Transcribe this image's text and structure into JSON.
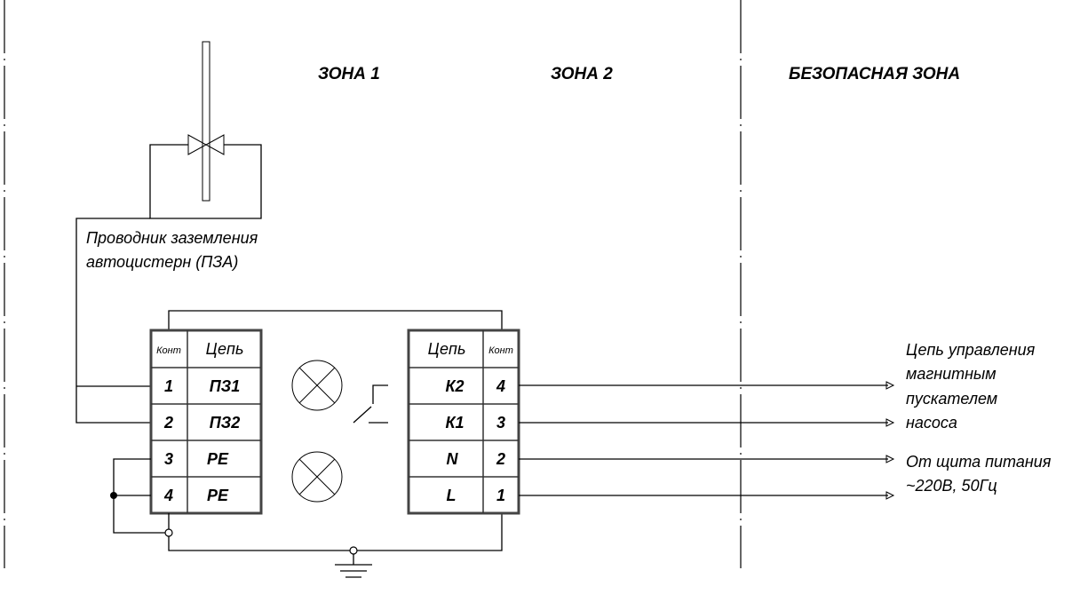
{
  "zones": {
    "zone1": "ЗОНА 1",
    "zone2": "ЗОНА 2",
    "safe": "БЕЗОПАСНАЯ ЗОНА"
  },
  "grounding_note": {
    "line1": "Проводник заземления",
    "line2": "автоцистерн (ПЗА)"
  },
  "left_block": {
    "header_cont": "Конт",
    "header_circuit": "Цепь",
    "rows": [
      {
        "cont": "1",
        "circuit": "ПЗ1"
      },
      {
        "cont": "2",
        "circuit": "ПЗ2"
      },
      {
        "cont": "3",
        "circuit": "PE"
      },
      {
        "cont": "4",
        "circuit": "PE"
      }
    ]
  },
  "right_block": {
    "header_circuit": "Цепь",
    "header_cont": "Конт",
    "rows": [
      {
        "circuit": "К2",
        "cont": "4"
      },
      {
        "circuit": "К1",
        "cont": "3"
      },
      {
        "circuit": "N",
        "cont": "2"
      },
      {
        "circuit": "L",
        "cont": "1"
      }
    ]
  },
  "control_note": {
    "line1": "Цепь управления",
    "line2": "магнитным",
    "line3": "пускателем",
    "line4": "насоса"
  },
  "power_note": {
    "line1": "От щита питания",
    "line2": "~220В, 50Гц"
  }
}
